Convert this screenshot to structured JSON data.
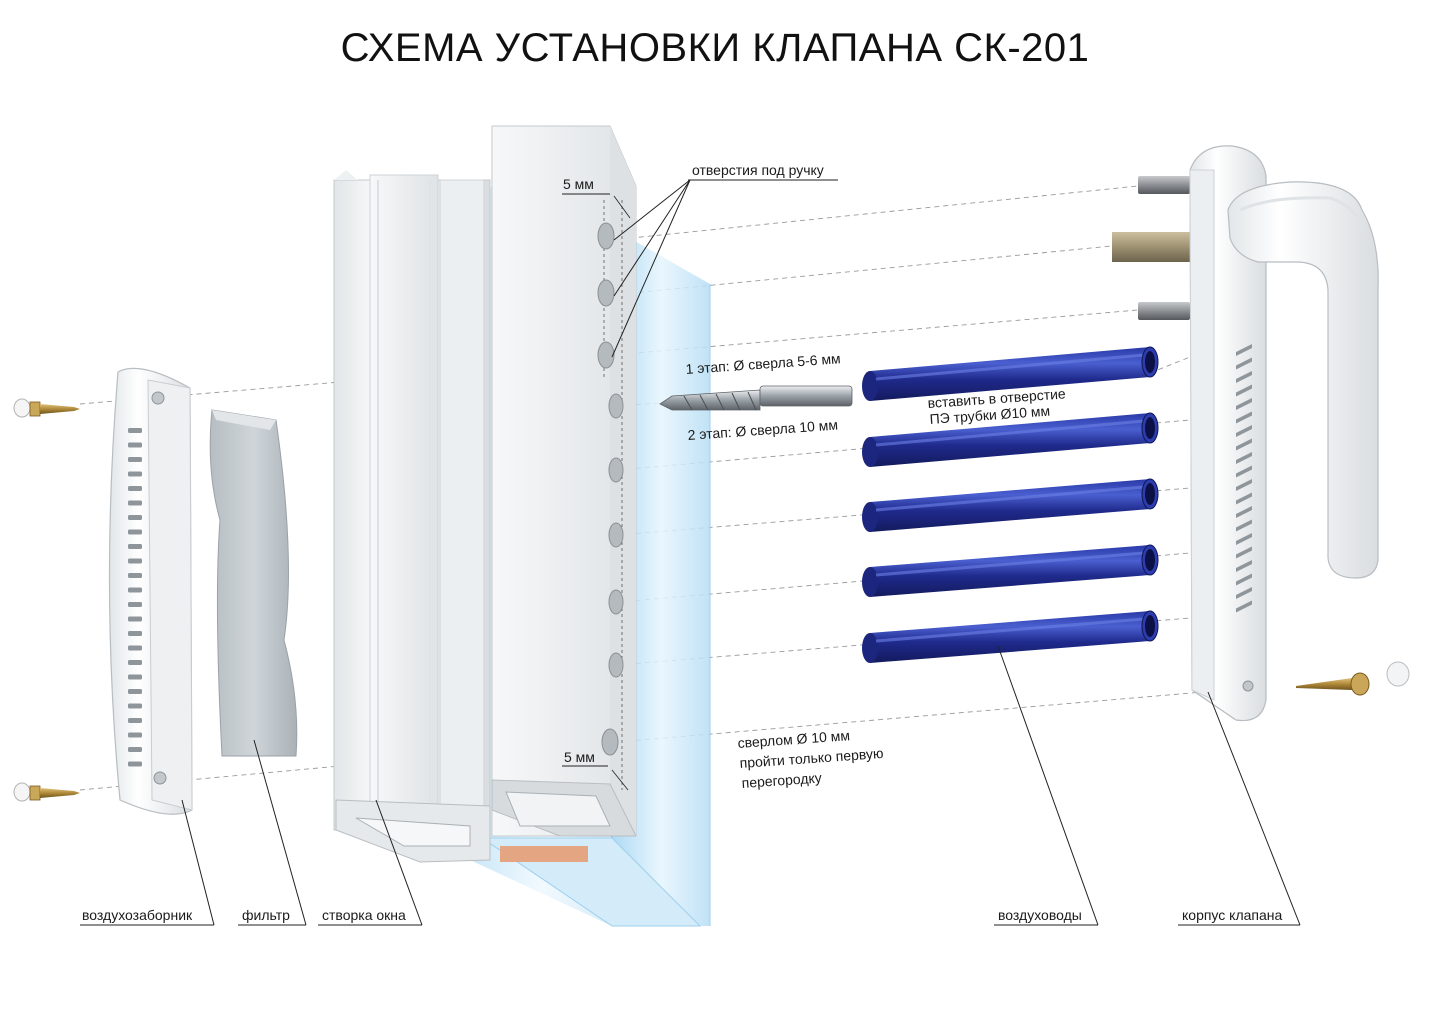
{
  "title": "СХЕМА УСТАНОВКИ КЛАПАНА СК-201",
  "annotations": {
    "handle_holes": "отверстия под ручку",
    "offset_top": "5 мм",
    "offset_bottom": "5 мм",
    "stage1": "1 этап: Ø сверла 5-6 мм",
    "stage2": "2 этап: Ø сверла 10 мм",
    "insert_line1": "вставить в отверстие",
    "insert_line2": "ПЭ трубки Ø10 мм",
    "drill_line1": "сверлом Ø 10 мм",
    "drill_line2": "пройти только первую",
    "drill_line3": "перегородку"
  },
  "parts": {
    "air_intake": "воздухозаборник",
    "filter": "фильтр",
    "sash": "створка окна",
    "air_ducts": "воздуховоды",
    "valve_body": "корпус клапана"
  },
  "colors": {
    "pipe": "#1f2a8c",
    "pipe_highlight": "#4a5fd0",
    "glass": "#bfe2f6",
    "plastic": "#f4f6f7",
    "plastic_shade": "#d6dadd",
    "screw": "#b08a3a",
    "filter": "#c5cbcf"
  }
}
